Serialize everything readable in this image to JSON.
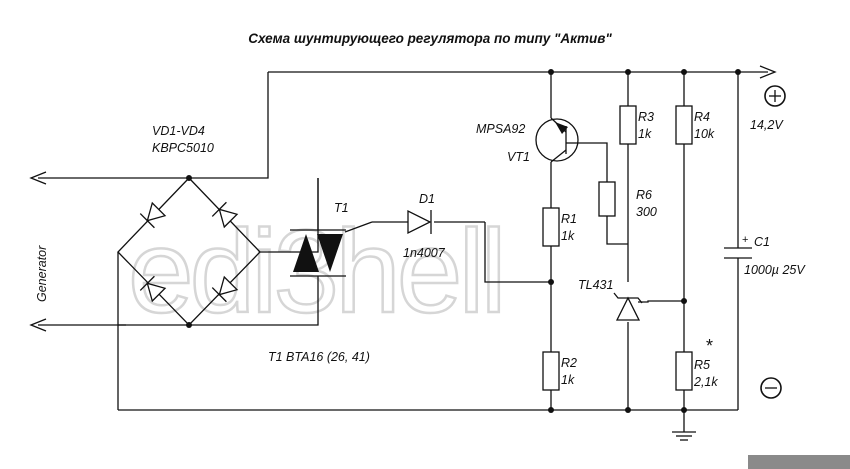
{
  "title": "Схема шунтирующего регулятора по типу \"Актив\"",
  "watermark": "edi3hell",
  "labels": {
    "bridge_ref": "VD1-VD4",
    "bridge_part": "KBPC5010",
    "generator": "Generator",
    "triac_ref": "T1",
    "triac_note": "T1 BTA16 (26, 41)",
    "diode_ref": "D1",
    "diode_part": "1n4007",
    "transistor_part": "MPSA92",
    "transistor_ref": "VT1",
    "r1_ref": "R1",
    "r1_val": "1k",
    "r2_ref": "R2",
    "r2_val": "1k",
    "r3_ref": "R3",
    "r3_val": "1k",
    "r4_ref": "R4",
    "r4_val": "10k",
    "r5_ref": "R5",
    "r5_val": "2,1k",
    "r6_ref": "R6",
    "r6_val": "300",
    "tl431": "TL431",
    "c1_ref": "C1",
    "c1_val": "1000µ 25V",
    "voltage": "14,2V",
    "plus_symbol": "+",
    "minus_symbol": "−",
    "asterisk": "*"
  },
  "colors": {
    "wire": "#111111",
    "watermark": "#d6d6d6",
    "footer_bar": "#8a8a8a"
  }
}
